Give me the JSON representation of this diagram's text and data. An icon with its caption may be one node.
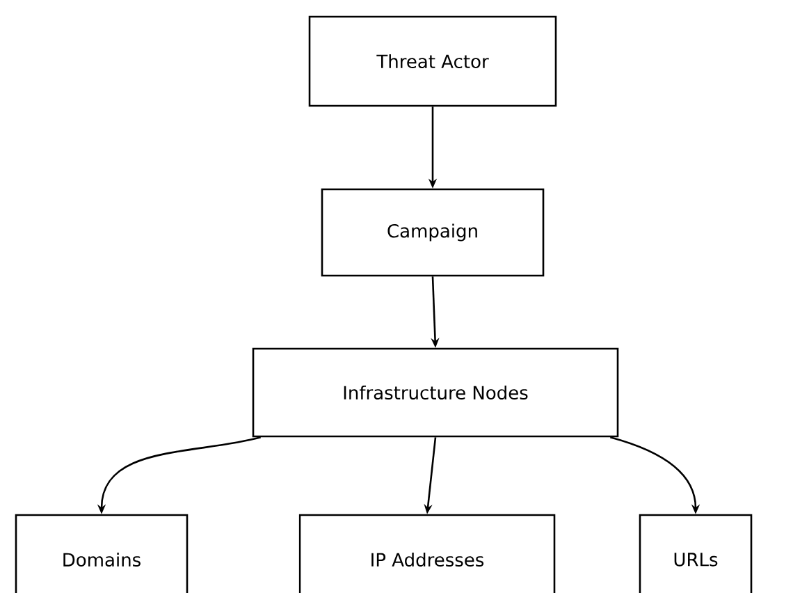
{
  "diagram": {
    "nodes": [
      {
        "text": [
          "Threat Actor"
        ]
      },
      {
        "text": [
          "Campaign"
        ]
      },
      {
        "text": [
          "Infrastructure Nodes"
        ]
      },
      {
        "text": [
          "Domains"
        ]
      },
      {
        "text": [
          "IP Addresses"
        ]
      },
      {
        "text": [
          "URLs"
        ]
      }
    ],
    "edges": [
      {
        "from": 0,
        "to": 1,
        "arrow": "to"
      },
      {
        "from": 1,
        "to": 2,
        "arrow": "to"
      },
      {
        "from": 2,
        "to": 3,
        "arrow": "to"
      },
      {
        "from": 2,
        "to": 4,
        "arrow": "to"
      },
      {
        "from": 2,
        "to": 5,
        "arrow": "to"
      }
    ]
  }
}
